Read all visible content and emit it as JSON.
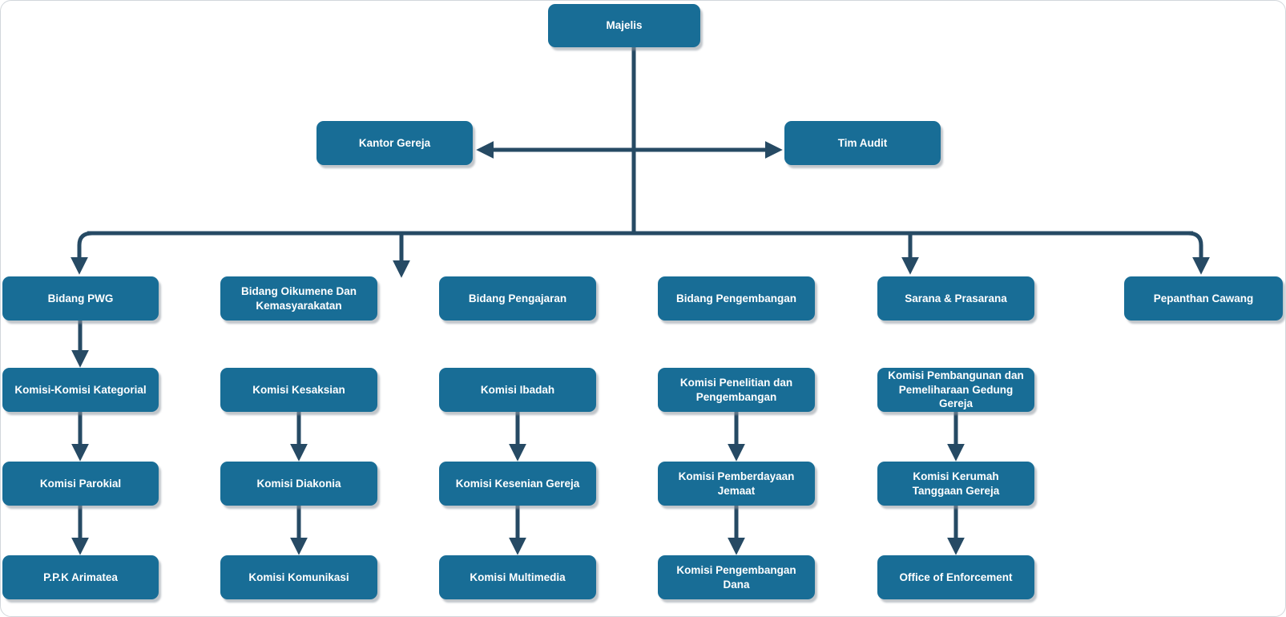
{
  "org": {
    "root": {
      "label": "Majelis"
    },
    "staff": [
      {
        "label": "Kantor Gereja"
      },
      {
        "label": "Tim Audit"
      }
    ],
    "columns": [
      {
        "levels": [
          "Bidang PWG",
          "Komisi-Komisi Kategorial",
          "Komisi Parokial",
          "P.P.K Arimatea"
        ]
      },
      {
        "levels": [
          "Bidang Oikumene Dan Kemasyarakatan",
          "Komisi Kesaksian",
          "Komisi Diakonia",
          "Komisi Komunikasi"
        ]
      },
      {
        "levels": [
          "Bidang Pengajaran",
          "Komisi Ibadah",
          "Komisi Kesenian Gereja",
          "Komisi Multimedia"
        ]
      },
      {
        "levels": [
          "Bidang Pengembangan",
          "Komisi Penelitian dan Pengembangan",
          "Komisi Pemberdayaan Jemaat",
          "Komisi Pengembangan Dana"
        ]
      },
      {
        "levels": [
          "Sarana & Prasarana",
          "Komisi Pembangunan dan Pemeliharaan Gedung Gereja",
          "Komisi Kerumah Tanggaan Gereja",
          "Office of Enforcement"
        ]
      },
      {
        "levels": [
          "Pepanthan Cawang"
        ]
      }
    ],
    "colors": {
      "node_fill": "#186d96",
      "node_text": "#ffffff",
      "connector": "#264a64"
    }
  }
}
